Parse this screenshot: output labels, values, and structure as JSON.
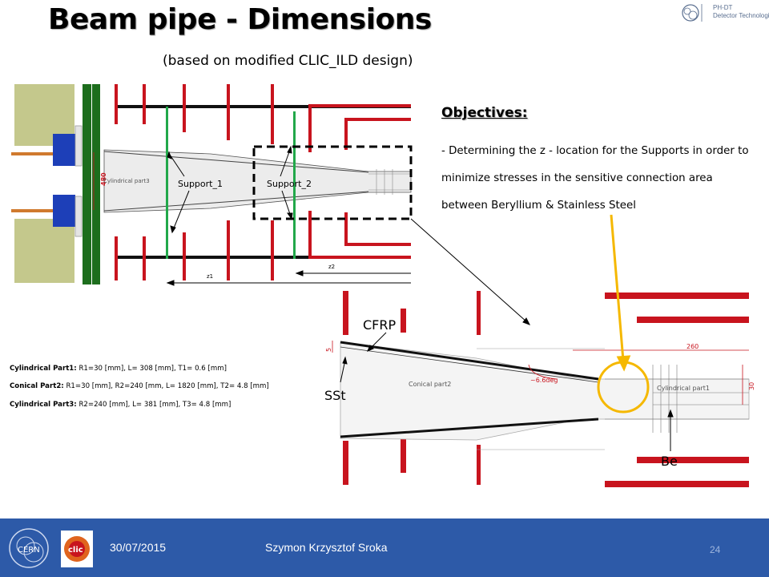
{
  "slide": {
    "title": "Beam pipe - Dimensions",
    "subtitle": "(based on modified CLIC_ILD design)"
  },
  "logo": {
    "line1": "PH-DT",
    "line2": "Detector Technologies",
    "icon": "cern-logo-icon"
  },
  "objectives": {
    "heading": "Objectives:",
    "text": "- Determining the z - location for the Supports in order to minimize stresses in the sensitive connection area  between Beryllium & Stainless Steel"
  },
  "diagram_top": {
    "support1": "Support_1",
    "support2": "Support_2",
    "cyl_part3": "Cylindrical part3",
    "dim480": "480",
    "z1": "z1",
    "z2": "z2"
  },
  "diagram_bottom": {
    "cfrp": "CFRP",
    "sst": "SSt",
    "be": "Be",
    "conical_part2": "Conical part2",
    "cyl_part1": "Cylindrical part1",
    "angle": "~6.6deg",
    "dim260": "260",
    "dim30": "30",
    "dim5": "5"
  },
  "parameters": [
    {
      "label": "Cylindrical Part1:",
      "value": " R1=30 [mm], L= 308 [mm], T1= 0.6 [mm]"
    },
    {
      "label": "Conical Part2:",
      "value": " R1=30 [mm], R2=240 [mm, L= 1820 [mm], T2= 4.8 [mm]"
    },
    {
      "label": "Cylindrical Part3:",
      "value": " R2=240 [mm], L= 381 [mm], T3= 4.8 [mm]"
    }
  ],
  "footer": {
    "date": "30/07/2015",
    "author": "Szymon Krzysztof Sroka",
    "page": "24"
  },
  "colors": {
    "footer_bg": "#2d5aa8",
    "support_green": "#22a84a",
    "structure_red": "#c8141e",
    "highlight_yellow": "#f5b800",
    "olive": "#c4c88c",
    "dark_green": "#1d6e1d",
    "blue_block": "#1d3fb8"
  }
}
